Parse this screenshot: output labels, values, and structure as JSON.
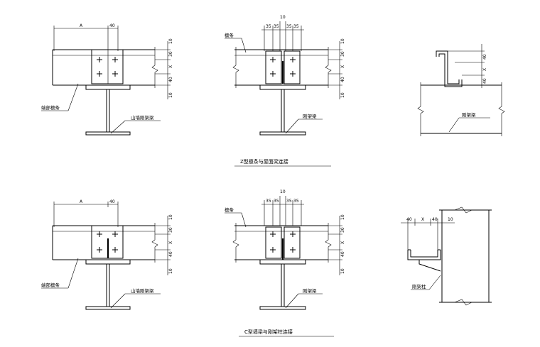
{
  "colors": {
    "line": "#000000",
    "background": "#ffffff"
  },
  "dims": {
    "A": "A",
    "d40": "40",
    "d10": "10",
    "d30": "30",
    "d35": "35",
    "X": "X"
  },
  "labels": {
    "end_purlin": "端部檩条",
    "gable_frame_beam": "山墙刚架梁",
    "purlin": "檩条",
    "frame_beam": "刚架梁",
    "frame_column": "刚架柱"
  },
  "captions": {
    "z_section": "Z型檩条与屋面梁连接",
    "c_section": "C型墙梁与刚架柱连接"
  }
}
